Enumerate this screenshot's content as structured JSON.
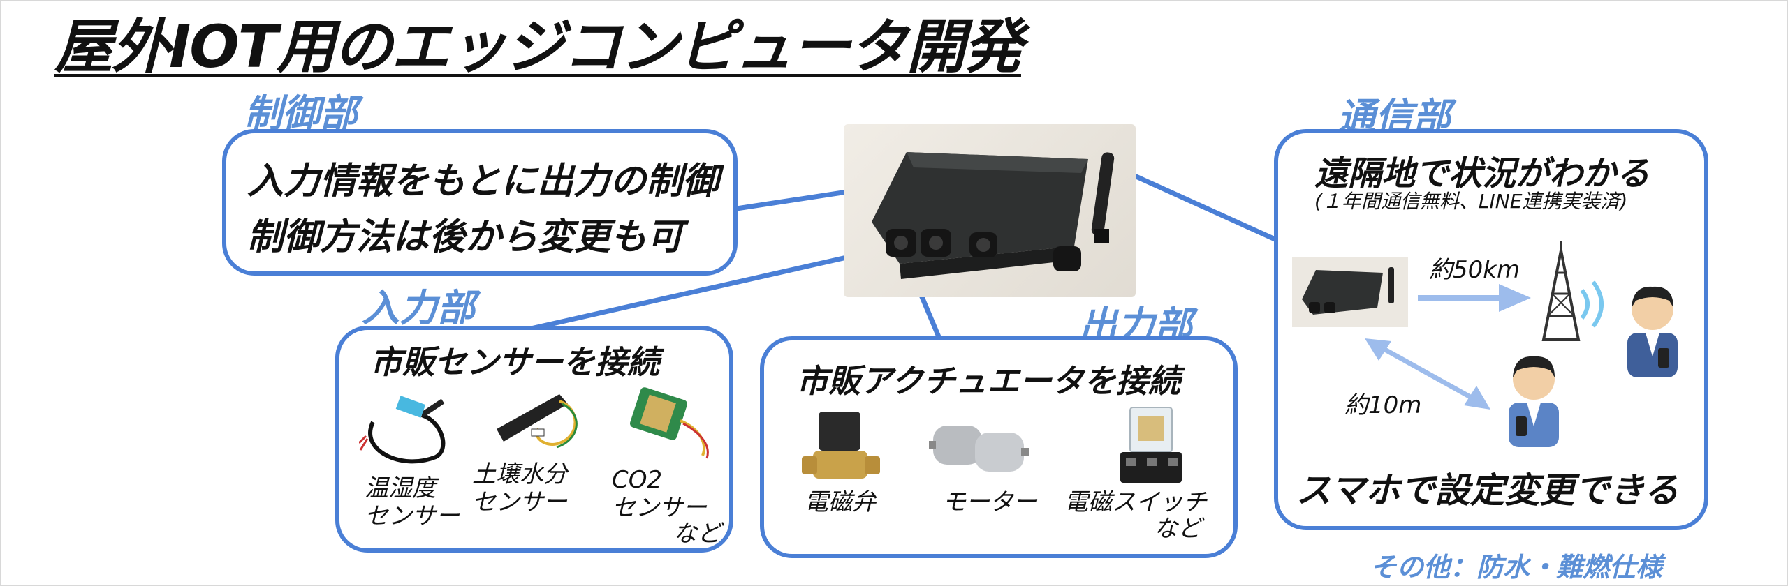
{
  "title": "屋外IOT用のエッジコンピュータ開発",
  "sections": {
    "control": {
      "label": "制御部",
      "lines": [
        "入力情報をもとに出力の制御",
        "制御方法は後から変更も可"
      ]
    },
    "input": {
      "label": "入力部",
      "heading": "市販センサーを接続",
      "items": [
        {
          "line1": "温湿度",
          "line2": "センサー"
        },
        {
          "line1": "土壌水分",
          "line2": "センサー"
        },
        {
          "line1": "CO2",
          "line2": "センサー",
          "line3": "など"
        }
      ]
    },
    "output": {
      "label": "出力部",
      "heading": "市販アクチュエータを接続",
      "items": [
        {
          "line1": "電磁弁"
        },
        {
          "line1": "モーター"
        },
        {
          "line1": "電磁スイッチ",
          "line2": "など"
        }
      ]
    },
    "comm": {
      "label": "通信部",
      "heading": "遠隔地で状況がわかる",
      "subnote": "(１年間通信無料、LINE連携実装済)",
      "dist_far": "約50km",
      "dist_near": "約10m",
      "footer": "スマホで設定変更できる"
    }
  },
  "other": "その他：防水・難燃仕様",
  "colors": {
    "accent": "#4a7fd6",
    "label_blue": "#5b8fd6",
    "arrow_blue": "#9dbcec"
  }
}
